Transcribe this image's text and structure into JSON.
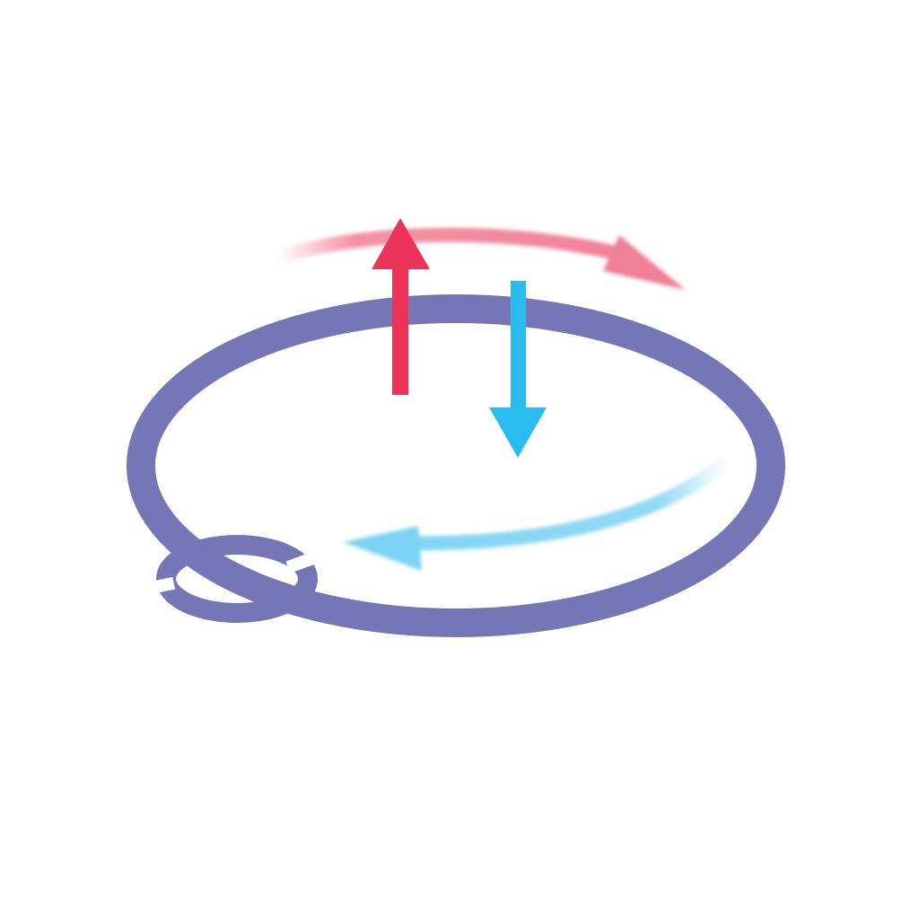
{
  "diagram": {
    "background_color": "#ffffff",
    "elements": [
      {
        "name": "main-ring",
        "kind": "ellipse-ring",
        "color": "#7675b6"
      },
      {
        "name": "small-ring-link",
        "kind": "broken-ellipse-ring",
        "color": "#7675b6"
      },
      {
        "name": "upward-arrow",
        "kind": "arrow",
        "direction": "up",
        "color": "#ee3359"
      },
      {
        "name": "downward-arrow",
        "kind": "arrow",
        "direction": "down",
        "color": "#2bbcef"
      },
      {
        "name": "clockwise-rotation-arrow",
        "kind": "curved-arrow",
        "direction": "right",
        "style": "blurred",
        "color": "#f07f98"
      },
      {
        "name": "counterclockwise-rotation-arrow",
        "kind": "curved-arrow",
        "direction": "left",
        "style": "blurred",
        "color": "#7dd3f3"
      }
    ]
  }
}
